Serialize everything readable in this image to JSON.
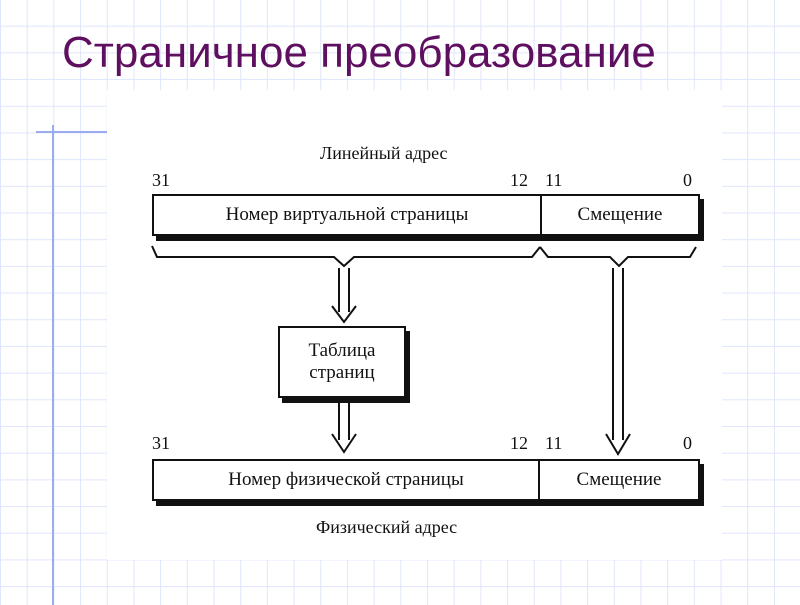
{
  "slide": {
    "title": "Страничное преобразование"
  },
  "diagram": {
    "linear_address": {
      "caption": "Линейный адрес",
      "bit_high": "31",
      "bit_mid_left": "12",
      "bit_mid_right": "11",
      "bit_low": "0",
      "page_field": "Номер виртуальной страницы",
      "offset_field": "Смещение"
    },
    "page_table": {
      "line1": "Таблица",
      "line2": "страниц"
    },
    "physical_address": {
      "caption": "Физический адрес",
      "bit_high": "31",
      "bit_mid_left": "12",
      "bit_mid_right": "11",
      "bit_low": "0",
      "page_field": "Номер физической страницы",
      "offset_field": "Смещение"
    }
  }
}
